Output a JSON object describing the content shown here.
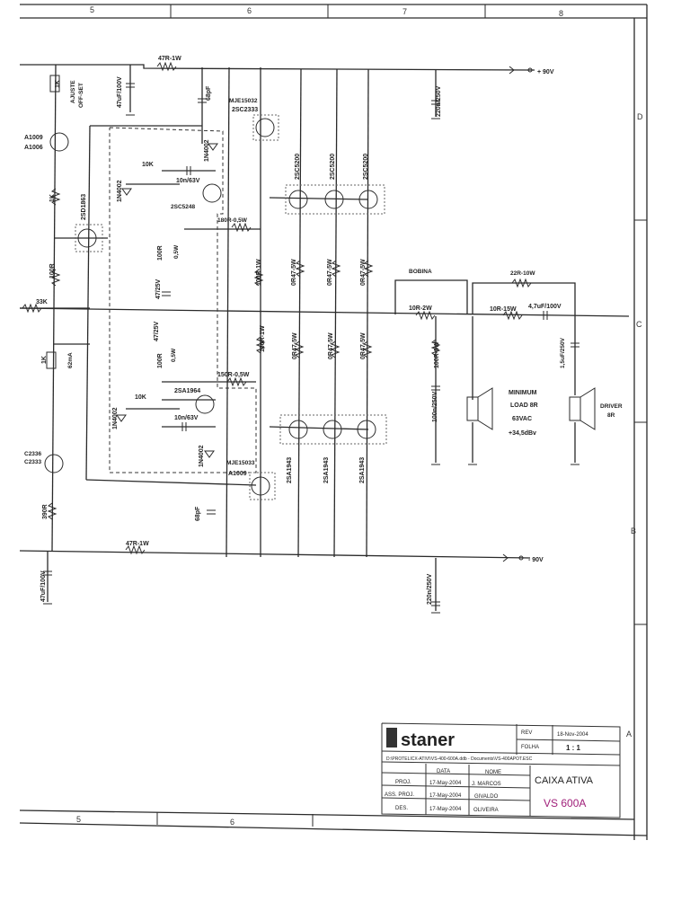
{
  "zones_top": [
    "5",
    "6",
    "7",
    "8"
  ],
  "zones_bottom": [
    "5",
    "6"
  ],
  "zones_right": [
    "D",
    "C",
    "B",
    "A"
  ],
  "rails": {
    "pos": "+ 90V",
    "neg": "- 90V"
  },
  "labels": {
    "r47_top": "47R-1W",
    "c47_top": "47uF/100V",
    "pot1k": "1K",
    "ajuste": "AJUSTE",
    "offset": "OFF-SET",
    "c68p_top": "68pF",
    "mje_top": "MJE15032",
    "q_2sc2333": "2SC2333",
    "c220_top": "220n/250V",
    "q_a1009": "A1009",
    "q_a1006": "A1006",
    "d_1n4002_a": "1N4002",
    "d_1n4002_b": "1N4002",
    "r10k_top": "10K",
    "c10n_top": "10n/63V",
    "q_2sc5248": "2SC5248",
    "r180": "180R-0,5W",
    "q_2sd1863": "2SD1863",
    "r1k_mid": "1K",
    "r100_left": "100R",
    "q_2sc5200_1": "2SC5200",
    "q_2sc5200_2": "2SC5200",
    "q_2sc5200_3": "2SC5200",
    "r100_05w_top": "100R",
    "r05w_top": "0,5W",
    "c47_25v_top": "47/25V",
    "r100r_1w_top": "100R-1W",
    "r0r47_1": "0R47-5W",
    "r0r47_2": "0R47-5W",
    "r0r47_3": "0R47-5W",
    "bobina": "BOBINA",
    "r22": "22R-10W",
    "r10_2w": "10R-2W",
    "r10_15w": "10R-15W",
    "c4u7": "4,7uF/100V",
    "r33k": "33K",
    "r1k_left": "1K",
    "i62ma": "62mA",
    "c47_25v_bot": "47/25V",
    "r100_05w_bot": "100R",
    "r05w_bot": "0,5W",
    "r100r_1w_bot": "100R-1W",
    "r0r47_4": "0R47-5W",
    "r0r47_5": "0R47-5W",
    "r0r47_6": "0R47-5W",
    "r100_5w": "100R-5W",
    "c1u5": "1,5uF/250V",
    "r150": "150R-0,5W",
    "q_2sa1964": "2SA1964",
    "r10k_bot": "10K",
    "c10n_bot": "10n/63V",
    "c100n": "100n/250V",
    "load_min": "MINIMUM",
    "load_8r": "LOAD 8R",
    "load_63": "63VAC",
    "load_dbv": "+34,5dBv",
    "driver": "DRIVER",
    "driver_8r": "8R",
    "q_c2336": "C2336",
    "q_c2333": "C2333",
    "r390": "390R",
    "mje_bot": "MJE15033",
    "q_a1009b": "A1009",
    "c68p_bot": "68pF",
    "q_2sa1943_1": "2SA1943",
    "q_2sa1943_2": "2SA1943",
    "q_2sa1943_3": "2SA1943",
    "r47_bot": "47R-1W",
    "c47_bot": "47uF/100V",
    "c220_bot": "220n/250V"
  },
  "title_block": {
    "logo": "staner",
    "rev_label": "REV",
    "rev_date": "18-Nov-2004",
    "folha_label": "FOLHA",
    "folha_value": "1 : 1",
    "path": "D:\\PROTELICX-ATIVI\\VS-400-600A.ddb - Documents\\VS-400APOT.ESC",
    "col_data": "DATA",
    "col_nome": "NOME",
    "proj_label": "PROJ.",
    "proj_date": "17-May-2004",
    "proj_name": "J. MARCOS",
    "aprov_label": "ASS. PROJ.",
    "aprov_date": "17-May-2004",
    "aprov_name": "GIVALDO",
    "des_label": "DES.",
    "des_date": "17-May-2004",
    "des_name": "OLIVEIRA",
    "title1": "CAIXA ATIVA",
    "title2": "VS 600A"
  }
}
